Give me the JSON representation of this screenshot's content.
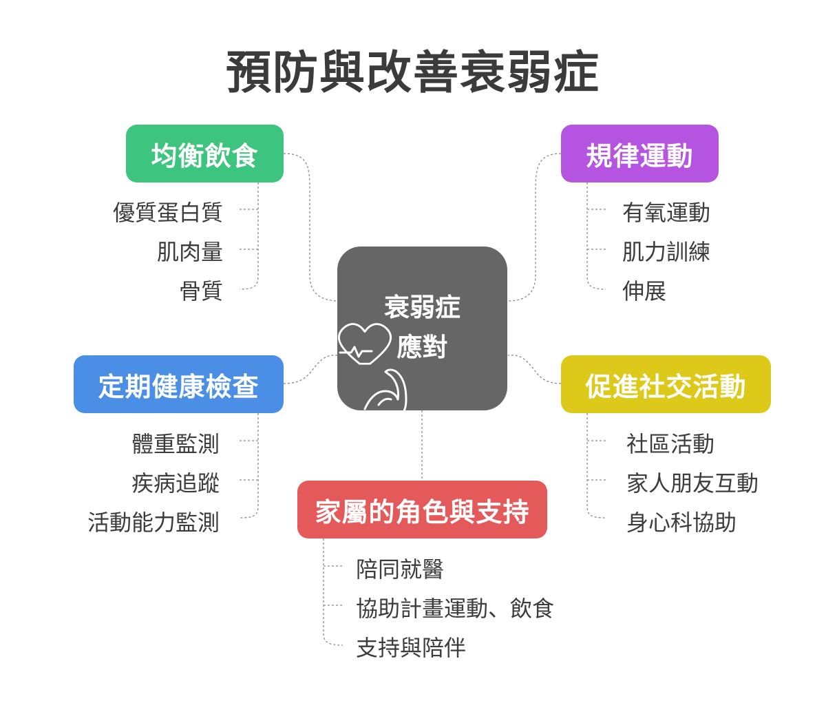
{
  "title": "預防與改善衰弱症",
  "center": {
    "line1": "衰弱症",
    "line2": "應對",
    "icon": "heart-and-muscle-icon",
    "color": "#666666"
  },
  "branches": {
    "diet": {
      "label": "均衡飲食",
      "color": "#3dc47e",
      "items": [
        "優質蛋白質",
        "肌肉量",
        "骨質"
      ]
    },
    "checkup": {
      "label": "定期健康檢查",
      "color": "#4a8ee6",
      "items": [
        "體重監測",
        "疾病追蹤",
        "活動能力監測"
      ]
    },
    "exercise": {
      "label": "規律運動",
      "color": "#b454e0",
      "items": [
        "有氧運動",
        "肌力訓練",
        "伸展"
      ]
    },
    "social": {
      "label": "促進社交活動",
      "color": "#dcc91a",
      "items": [
        "社區活動",
        "家人朋友互動",
        "身心科協助"
      ]
    },
    "family": {
      "label": "家屬的角色與支持",
      "color": "#e45a5a",
      "items": [
        "陪同就醫",
        "協助計畫運動、飲食",
        "支持與陪伴"
      ]
    }
  }
}
